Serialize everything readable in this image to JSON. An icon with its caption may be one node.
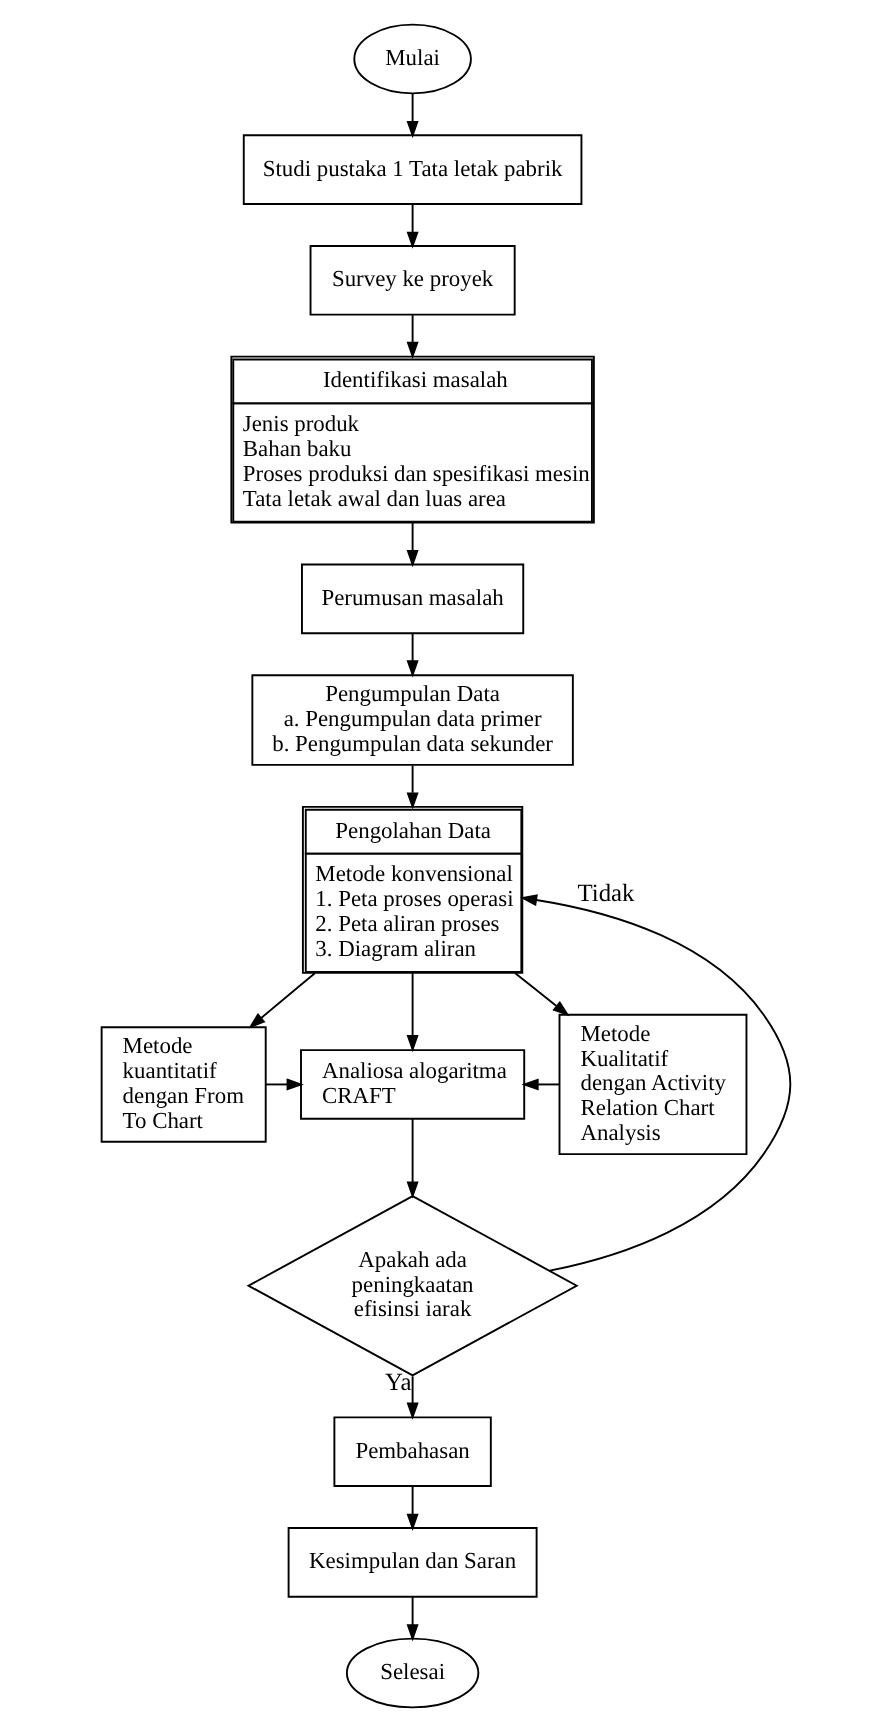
{
  "diagram": {
    "nodes": [
      {
        "text": [
          "Mulai"
        ]
      },
      {
        "text": [
          "Studi pustaka 1 Tata letak pabrik"
        ]
      },
      {
        "text": [
          "Survey ke proyek"
        ]
      },
      {
        "text": [
          "Identifikasi masalah",
          "Jenis produk",
          "Bahan baku",
          "Proses produksi dan spesifikasi mesin",
          "Tata letak awal dan luas area"
        ]
      },
      {
        "text": [
          "Perumusan masalah"
        ]
      },
      {
        "text": [
          "Pengumpulan Data",
          "a. Pengumpulan data primer",
          "b. Pengumpulan data sekunder"
        ]
      },
      {
        "text": [
          "Pengolahan Data",
          "Metode konvensional",
          "1. Peta proses operasi",
          "2. Peta aliran proses",
          "3. Diagram aliran"
        ]
      },
      {
        "text": [
          "Metode kuantitatif dengan From To Chart"
        ]
      },
      {
        "text": [
          "Analiosa alogaritma CRAFT"
        ]
      },
      {
        "text": [
          "Metode Kualitatif dengan Activity Relation Chart Analysis"
        ]
      },
      {
        "text": [
          "Apakah ada peningkaatan efisinsi iarak"
        ]
      },
      {
        "text": [
          "Pembahasan"
        ]
      },
      {
        "text": [
          "Kesimpulan dan Saran"
        ]
      },
      {
        "text": [
          "Selesai"
        ]
      }
    ],
    "edges": [
      {
        "from": 0,
        "to": 1,
        "arrow": "to"
      },
      {
        "from": 1,
        "to": 2,
        "arrow": "to"
      },
      {
        "from": 2,
        "to": 3,
        "arrow": "to"
      },
      {
        "from": 3,
        "to": 4,
        "arrow": "to"
      },
      {
        "from": 4,
        "to": 5,
        "arrow": "to"
      },
      {
        "from": 5,
        "to": 6,
        "arrow": "to"
      },
      {
        "from": 6,
        "to": 7,
        "arrow": "to"
      },
      {
        "from": 6,
        "to": 8,
        "arrow": "to"
      },
      {
        "from": 6,
        "to": 9,
        "arrow": "to"
      },
      {
        "from": 7,
        "to": 8,
        "arrow": "to"
      },
      {
        "from": 9,
        "to": 8,
        "arrow": "to"
      },
      {
        "from": 8,
        "to": 10,
        "arrow": "to"
      },
      {
        "from": 10,
        "to": 6,
        "arrow": "to",
        "label": "Tidak"
      },
      {
        "from": 10,
        "to": 11,
        "arrow": "to",
        "label": "Ya"
      },
      {
        "from": 11,
        "to": 12,
        "arrow": "to"
      },
      {
        "from": 12,
        "to": 13,
        "arrow": "to"
      }
    ]
  }
}
